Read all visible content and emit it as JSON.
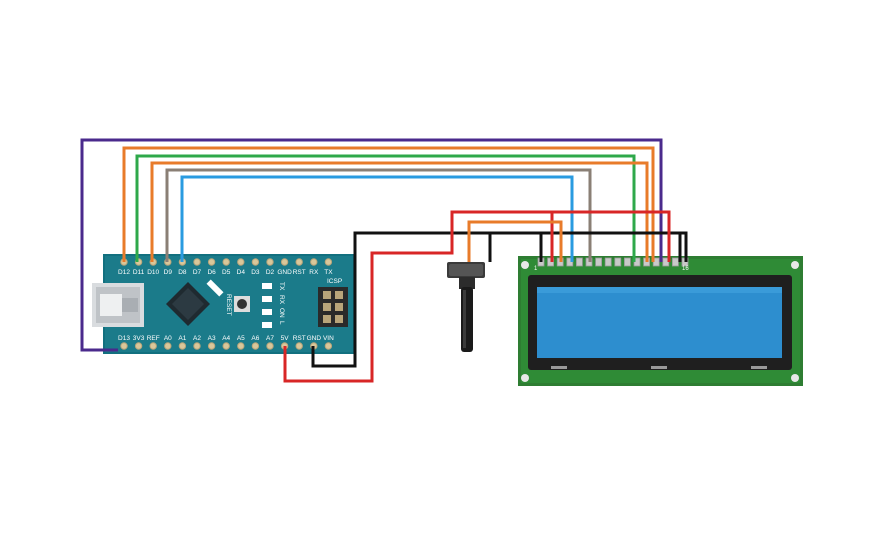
{
  "arduino": {
    "top_pins": [
      "D12",
      "D11",
      "D10",
      "D9",
      "D8",
      "D7",
      "D6",
      "D5",
      "D4",
      "D3",
      "D2",
      "GND",
      "RST",
      "RX",
      "TX"
    ],
    "bottom_pins": [
      "D13",
      "3V3",
      "REF",
      "A0",
      "A1",
      "A2",
      "A3",
      "A4",
      "A5",
      "A6",
      "A7",
      "5V",
      "RST",
      "GND",
      "VIN"
    ],
    "icsp_label": "ICSP",
    "reset_label": "RESET",
    "led_labels": [
      "TX",
      "RX",
      "ON",
      "L"
    ]
  },
  "lcd": {
    "pin_first": "1",
    "pin_last": "16"
  },
  "colors": {
    "board": "#12707f",
    "lcd_pcb": "#2e7d32",
    "lcd_screen": "#2d8ecf",
    "wire_purple": "#4a2a8c",
    "wire_orange": "#e87b2a",
    "wire_green": "#2ea84a",
    "wire_gray": "#8a7f75",
    "wire_blue": "#2a9be0",
    "wire_violet": "#7a3aa0",
    "wire_red": "#d82626",
    "wire_black": "#111111"
  },
  "wires": [
    {
      "name": "wire-d13-purple",
      "color": "#4a2a8c"
    },
    {
      "name": "wire-d12-orange",
      "color": "#e87b2a"
    },
    {
      "name": "wire-d11-green",
      "color": "#2ea84a"
    },
    {
      "name": "wire-d10-orange",
      "color": "#e87b2a"
    },
    {
      "name": "wire-d9-gray",
      "color": "#8a7f75"
    },
    {
      "name": "wire-d8-blue",
      "color": "#2a9be0"
    },
    {
      "name": "wire-gnd-black",
      "color": "#111111"
    },
    {
      "name": "wire-5v-red",
      "color": "#d82626"
    }
  ]
}
